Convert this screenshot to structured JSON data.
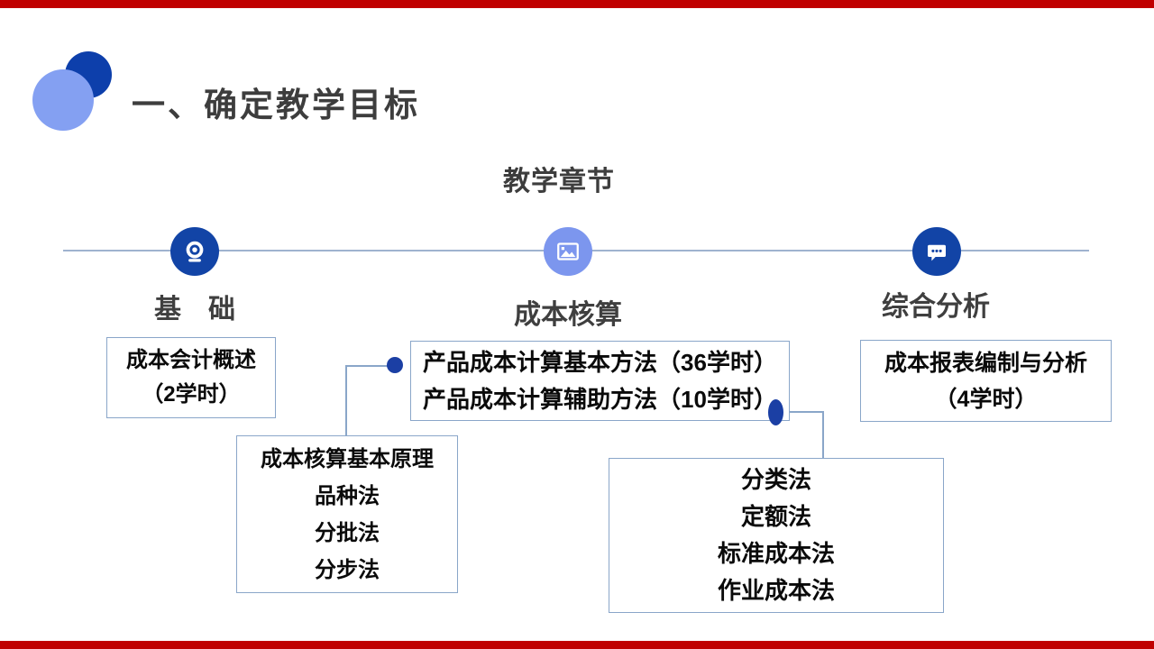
{
  "slide": {
    "title": "一、确定教学目标",
    "subtitle": "教学章节"
  },
  "colors": {
    "accent_blue": "#1244a6",
    "accent_light_blue": "#7c96ee",
    "deco_light_blue": "#84a0f2",
    "deco_dark_blue": "#0d3fab",
    "timeline_line": "#9fb3cf",
    "box_border": "#8aa6c9",
    "red_bar": "#c00000",
    "title_text": "#3d3d3d",
    "body_text": "#0a0a0a"
  },
  "timeline": {
    "nodes": [
      {
        "label": "基　础",
        "icon": "webcam-icon"
      },
      {
        "label": "成本核算",
        "icon": "image-icon"
      },
      {
        "label": "综合分析",
        "icon": "chat-icon"
      }
    ]
  },
  "boxes": {
    "basic": {
      "lines": [
        "成本会计概述",
        "（2学时）"
      ]
    },
    "main_methods": {
      "lines": [
        "产品成本计算基本方法（36学时）",
        "产品成本计算辅助方法（10学时）"
      ]
    },
    "principles": {
      "lines": [
        "成本核算基本原理",
        "品种法",
        "分批法",
        "分步法"
      ]
    },
    "aux_methods": {
      "lines": [
        "分类法",
        "定额法",
        "标准成本法",
        "作业成本法"
      ]
    },
    "analysis": {
      "lines": [
        "成本报表编制与分析",
        "（4学时）"
      ]
    }
  }
}
